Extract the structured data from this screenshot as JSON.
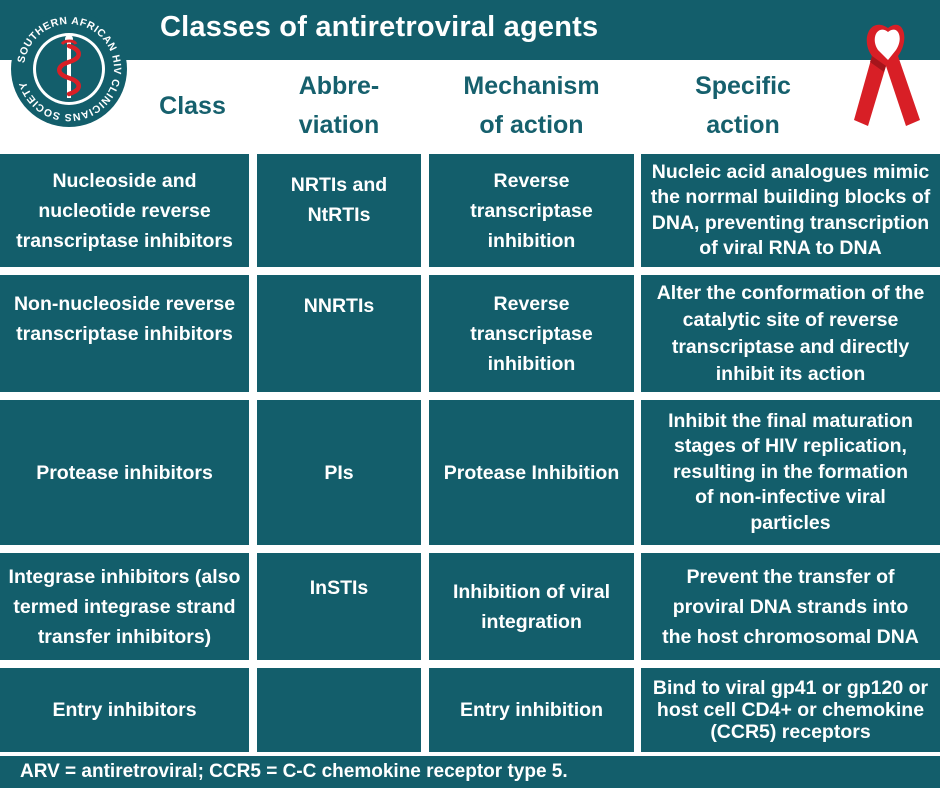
{
  "title": "Classes of antiretroviral agents",
  "logo": {
    "text": "SOUTHERN AFRICAN HIV CLINICIANS SOCIETY",
    "icon": "caduceus-icon"
  },
  "ribbon_icon": "red-ribbon-icon",
  "colors": {
    "teal": "#135e6b",
    "header_text": "#16606d",
    "ribbon_red": "#d81f26"
  },
  "headers": {
    "class": "Class",
    "abbrev_1": "Abbre-",
    "abbrev_2": "viation",
    "mechanism_1": "Mechanism",
    "mechanism_2": "of action",
    "specific_1": "Specific",
    "specific_2": "action"
  },
  "rows": [
    {
      "class_lines": [
        "Nucleoside and",
        "nucleotide reverse",
        "transcriptase inhibitors"
      ],
      "abbrev_lines": [
        "NRTIs and",
        "NtRTIs"
      ],
      "mechanism_lines": [
        "Reverse",
        "transcriptase",
        "inhibition"
      ],
      "specific_lines": [
        "Nucleic acid analogues mimic",
        "the norrmal building blocks of",
        "DNA, preventing transcription",
        "of viral RNA to DNA"
      ]
    },
    {
      "class_lines": [
        "Non-nucleoside reverse",
        "transcriptase inhibitors"
      ],
      "abbrev_lines": [
        "NNRTIs"
      ],
      "mechanism_lines": [
        "Reverse",
        "transcriptase",
        "inhibition"
      ],
      "specific_lines": [
        "Alter the conformation of the",
        "catalytic site of reverse",
        "transcriptase and directly",
        "inhibit its action"
      ]
    },
    {
      "class_lines": [
        "Protease inhibitors"
      ],
      "abbrev_lines": [
        "PIs"
      ],
      "mechanism_lines": [
        "Protease Inhibition"
      ],
      "specific_lines": [
        "Inhibit the final maturation",
        "stages of HIV replication,",
        "resulting in the formation",
        "of non-infective viral",
        "particles"
      ]
    },
    {
      "class_lines": [
        "Integrase inhibitors (also",
        "termed integrase strand",
        "transfer inhibitors)"
      ],
      "abbrev_lines": [
        "InSTIs"
      ],
      "mechanism_lines": [
        "Inhibition of viral",
        "integration"
      ],
      "specific_lines": [
        "Prevent the transfer of",
        "proviral DNA strands into",
        "the host chromosomal DNA"
      ]
    },
    {
      "class_lines": [
        "Entry inhibitors"
      ],
      "abbrev_lines": [],
      "mechanism_lines": [
        "Entry inhibition"
      ],
      "specific_lines": [
        "Bind to viral gp41 or gp120 or",
        "host cell CD4+ or chemokine",
        "(CCR5) receptors"
      ]
    }
  ],
  "footnote": "ARV = antiretroviral; CCR5 = C-C chemokine receptor type 5."
}
